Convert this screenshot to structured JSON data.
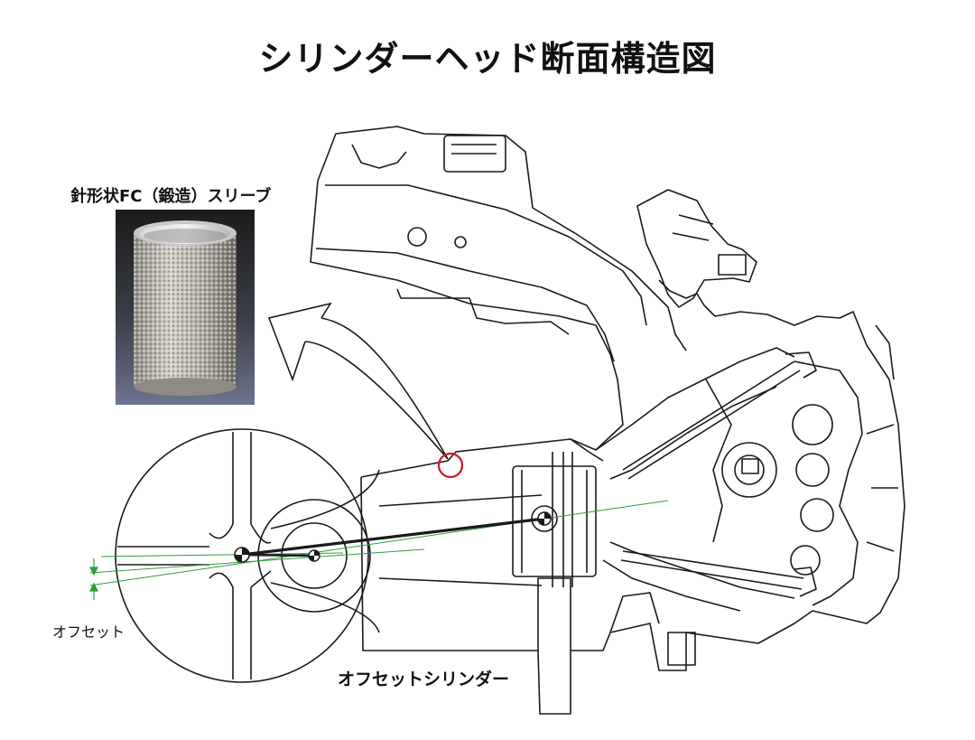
{
  "title": "シリンダーヘッド断面構造図",
  "sleeve_caption": "針形状FC（鍛造）スリーブ",
  "offset_label": "オフセット",
  "cylinder_label": "オフセットシリンダー",
  "colors": {
    "line": "#1a1a1a",
    "offset_line": "#2e9e3a",
    "highlight_circle": "#d0182a",
    "photo_bg_top": "#1f1f1f",
    "photo_bg_bottom": "#6a6f86",
    "sleeve_texture": "#a8a49c"
  }
}
